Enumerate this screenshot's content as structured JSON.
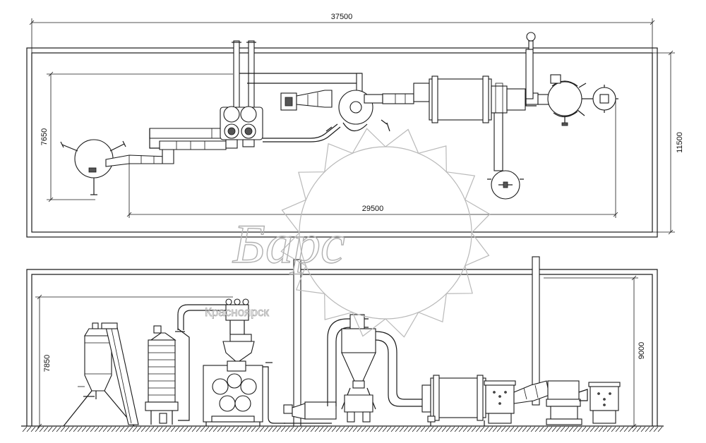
{
  "dimensions": {
    "plan_total_length": "37500",
    "plan_total_width": "11500",
    "plan_inner_height": "7650",
    "plan_inner_length": "29500",
    "elevation_left_height": "7850",
    "elevation_right_height": "9000"
  },
  "watermark": {
    "brand": "Барс",
    "city": "Красноярск"
  }
}
